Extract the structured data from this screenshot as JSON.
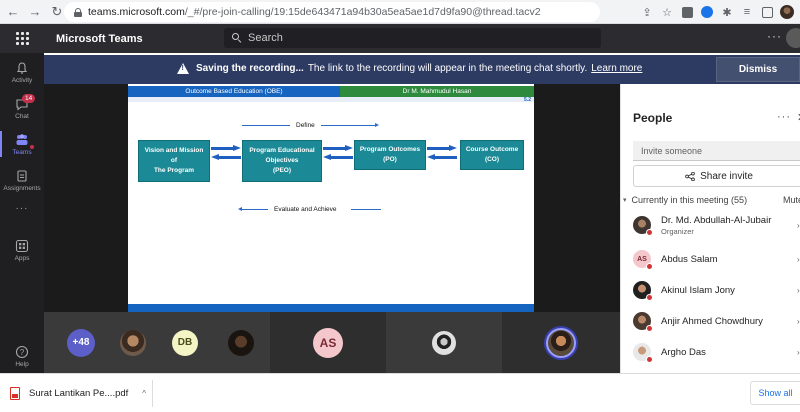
{
  "browser": {
    "url_host": "teams.microsoft.com",
    "url_path": "/_#/pre-join-calling/19:15de643471a94b30a5ea5ae1d7d9fa90@thread.tacv2"
  },
  "teams": {
    "app_title": "Microsoft Teams",
    "search_placeholder": "Search",
    "more": "···"
  },
  "rail": {
    "items": [
      {
        "label": "Activity",
        "icon": "bell-icon"
      },
      {
        "label": "Chat",
        "icon": "chat-icon",
        "badge": "14"
      },
      {
        "label": "Teams",
        "icon": "teams-icon"
      },
      {
        "label": "Assignments",
        "icon": "assignments-icon"
      },
      {
        "label": "Apps",
        "icon": "apps-icon"
      },
      {
        "label": "Help",
        "icon": "help-icon"
      }
    ],
    "more": "···"
  },
  "banner": {
    "title": "Saving the recording...",
    "message": "The link to the recording will appear in the meeting chat shortly.",
    "link": "Learn more",
    "dismiss": "Dismiss"
  },
  "slide": {
    "header_left": "Outcome Based Education (OBE)",
    "header_right": "Dr M. Mahmudul Hasan",
    "slide_number": "5.2",
    "define_label": "Define",
    "evaluate_label": "Evaluate and Achieve",
    "boxes": [
      {
        "lines": [
          "Vision and Mission",
          "of",
          "The Program"
        ]
      },
      {
        "lines": [
          "Program Educational",
          "Objectives",
          "(PEO)"
        ]
      },
      {
        "lines": [
          "Program Outcomes",
          "(PO)"
        ]
      },
      {
        "lines": [
          "Course Outcome",
          "(CO)"
        ]
      }
    ]
  },
  "strip": {
    "overflow_count": "+48",
    "initials_1": "DB",
    "initials_2": "AS"
  },
  "people": {
    "title": "People",
    "invite_placeholder": "Invite someone",
    "share_invite": "Share invite",
    "current_label": "Currently in this meeting (55)",
    "mute_label": "Mute",
    "participants": [
      {
        "name": "Dr. Md. Abdullah-Al-Jubair",
        "role": "Organizer",
        "initials": ""
      },
      {
        "name": "Abdus Salam",
        "role": "",
        "initials": "AS"
      },
      {
        "name": "Akinul Islam Jony",
        "role": "",
        "initials": ""
      },
      {
        "name": "Anjir Ahmed Chowdhury",
        "role": "",
        "initials": ""
      },
      {
        "name": "Argho Das",
        "role": "",
        "initials": ""
      }
    ]
  },
  "downloads": {
    "file_name": "Surat Lantikan Pe....pdf",
    "show_all": "Show all"
  },
  "colors": {
    "teams_header": "#2b2b30",
    "banner": "#2d3a62",
    "accent": "#5b5fc7",
    "status_busy": "#d13438"
  }
}
